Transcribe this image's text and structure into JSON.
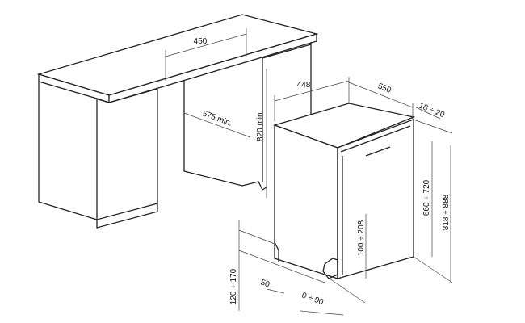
{
  "diagram": {
    "labels": {
      "counter_width": "450",
      "cabinet_depth": "575 min.",
      "cabinet_height": "820 min.",
      "appliance_width": "448",
      "appliance_depth": "550",
      "door_thickness": "18 ÷ 20",
      "door_height": "660 ÷ 720",
      "total_height": "818 ÷ 888",
      "plinth_adjust": "100 ÷ 208",
      "plinth_height": "120 ÷ 170",
      "plinth_depth": "50",
      "plinth_offset": "0 ÷ 90"
    }
  }
}
